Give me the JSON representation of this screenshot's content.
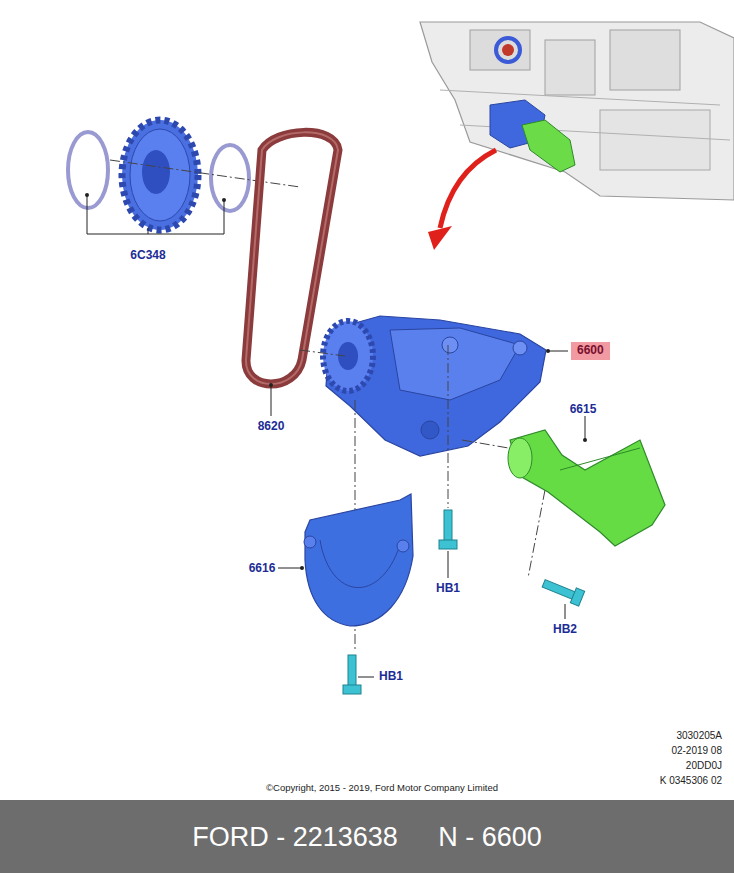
{
  "diagram": {
    "labels": [
      "6C348",
      "8620",
      "6600",
      "6615",
      "6616",
      "HB1",
      "HB1",
      "HB2",
      "3030205A",
      "02-2019 08",
      "20DD0J",
      "K 0345306 02",
      "©Copyright, 2015 - 2019, Ford Motor Company Limited",
      "FORD - 2213638",
      "N - 6600"
    ]
  }
}
